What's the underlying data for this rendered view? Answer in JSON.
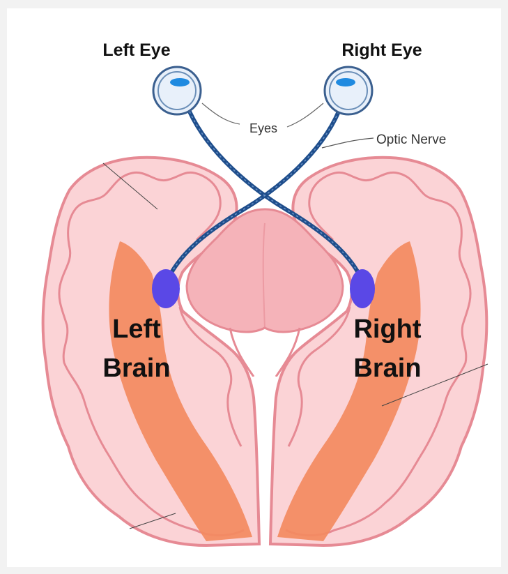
{
  "labels": {
    "left_eye": "Left Eye",
    "right_eye": "Right Eye",
    "eyes": "Eyes",
    "optic_nerve": "Optic Nerve",
    "left_brain_line1": "Left",
    "left_brain_line2": "Brain",
    "right_brain_line1": "Right",
    "right_brain_line2": "Brain"
  },
  "colors": {
    "brain_outline": "#e68a94",
    "brain_fill": "#fbd3d6",
    "inner_fill": "#f5b3b9",
    "tract_fill": "#f38a60",
    "nerve": "#1f4e8c",
    "nerve_highlight": "#6b94c8",
    "nucleus": "#5a48e6",
    "eye_outline": "#3a5f8f",
    "eye_fill": "#e8f0fa",
    "pupil": "#1f8ae0"
  }
}
